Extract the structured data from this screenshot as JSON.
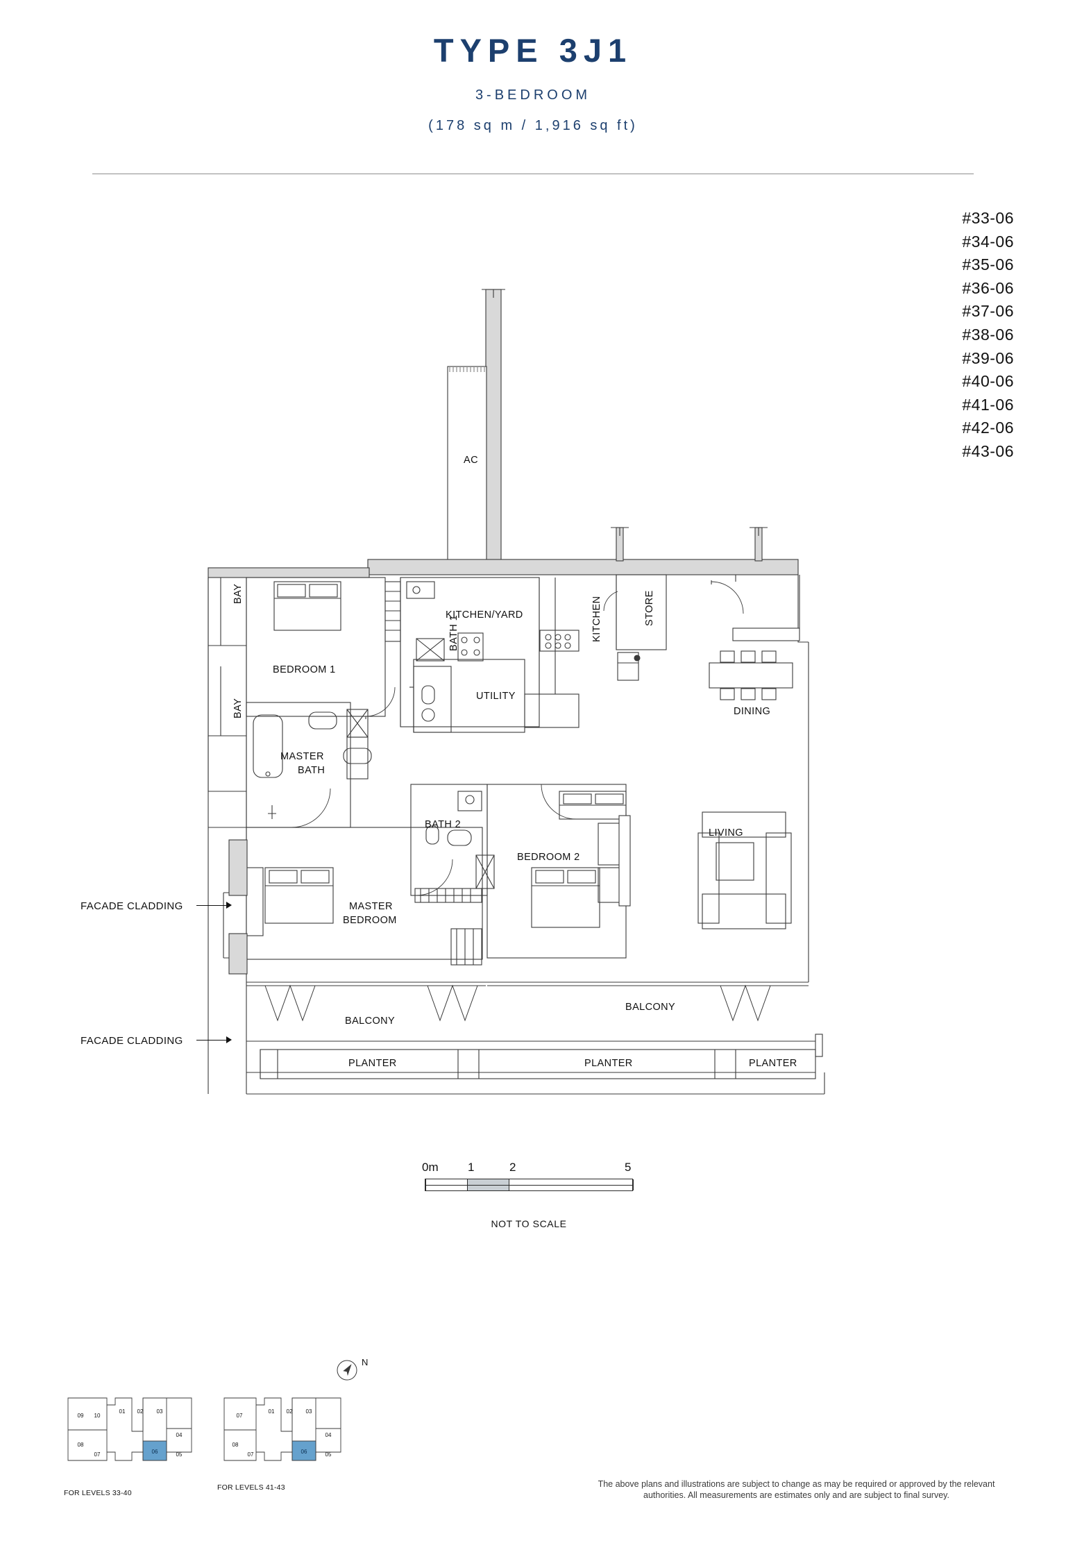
{
  "header": {
    "title": "TYPE 3J1",
    "subtitle": "3-BEDROOM",
    "area": "(178 sq m / 1,916 sq ft)"
  },
  "units": [
    "#33-06",
    "#34-06",
    "#35-06",
    "#36-06",
    "#37-06",
    "#38-06",
    "#39-06",
    "#40-06",
    "#41-06",
    "#42-06",
    "#43-06"
  ],
  "rooms": [
    {
      "label": "AC"
    },
    {
      "label": "BAY"
    },
    {
      "label": "BAY"
    },
    {
      "label": "BEDROOM  1"
    },
    {
      "label": "KITCHEN/YARD"
    },
    {
      "label": "STORE"
    },
    {
      "label": "UTILITY"
    },
    {
      "label": "BATH 1"
    },
    {
      "label": "KITCHEN"
    },
    {
      "label": "DINING"
    },
    {
      "label": "MASTER\nBATH"
    },
    {
      "label": "BATH  2"
    },
    {
      "label": "BEDROOM  2"
    },
    {
      "label": "LIVING"
    },
    {
      "label": "MASTER\nBEDROOM"
    },
    {
      "label": "BALCONY"
    },
    {
      "label": "BALCONY"
    },
    {
      "label": "PLANTER"
    },
    {
      "label": "PLANTER"
    },
    {
      "label": "PLANTER"
    }
  ],
  "room_labels": {
    "ac": "AC",
    "bay_top": "BAY",
    "bay_bottom": "BAY",
    "bedroom1": "BEDROOM  1",
    "kitchen_yard": "KITCHEN/YARD",
    "store": "STORE",
    "utility": "UTILITY",
    "bath1": "BATH 1",
    "kitchen": "KITCHEN",
    "dining": "DINING",
    "master_bath_l1": "MASTER",
    "master_bath_l2": "BATH",
    "bath2": "BATH  2",
    "bedroom2": "BEDROOM  2",
    "living": "LIVING",
    "master_bedroom_l1": "MASTER",
    "master_bedroom_l2": "BEDROOM",
    "balcony_left": "BALCONY",
    "balcony_right": "BALCONY",
    "planter_left": "PLANTER",
    "planter_mid": "PLANTER",
    "planter_right": "PLANTER"
  },
  "annotations": {
    "facade_cladding_top": "FACADE CLADDING",
    "facade_cladding_bottom": "FACADE CLADDING"
  },
  "scale": {
    "zero": "0m",
    "one": "1",
    "two": "2",
    "five": "5",
    "note": "NOT TO SCALE"
  },
  "compass": {
    "north": "N"
  },
  "keyplans": [
    {
      "caption": "FOR LEVELS 33-40",
      "units": [
        "09",
        "10",
        "01",
        "02",
        "03",
        "04",
        "08",
        "07",
        "06",
        "05"
      ],
      "highlight": "06"
    },
    {
      "caption": "FOR LEVELS 41-43",
      "units": [
        "07",
        "01",
        "02",
        "03",
        "04",
        "08",
        "07",
        "06",
        "05"
      ],
      "highlight": "06"
    }
  ],
  "disclaimer": "The above plans and illustrations are subject to change as may be required or approved by the relevant authorities. All measurements are estimates only and are subject to final survey.",
  "colors": {
    "title": "#1c3f6e",
    "wall": "#d9d9d9",
    "line": "#3a3a3a",
    "highlight": "#4a90c4"
  }
}
